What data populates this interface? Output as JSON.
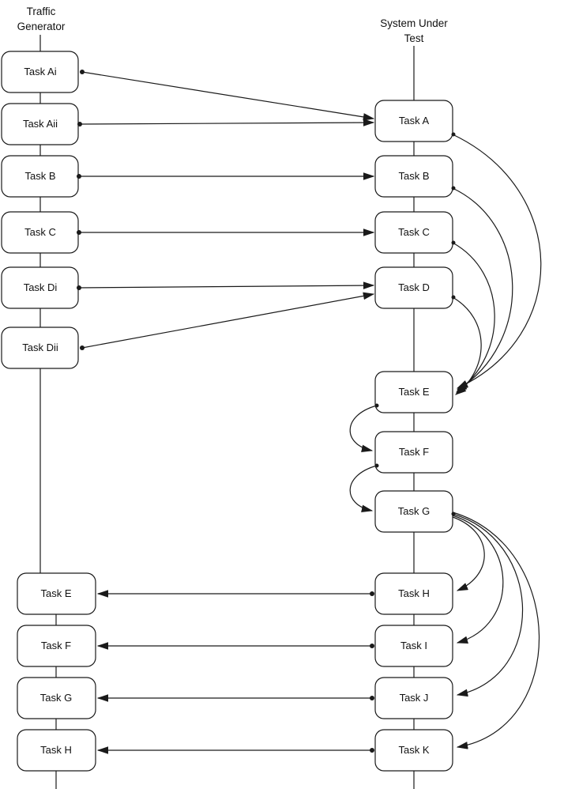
{
  "diagram": {
    "type": "task-flow-diagram",
    "colors": {
      "stroke": "#1a1a1a",
      "node_fill": "#ffffff",
      "background": "#ffffff"
    },
    "columns": {
      "traffic_generator": {
        "header_line1": "Traffic",
        "header_line2": "Generator"
      },
      "system_under_test": {
        "header_line1": "System Under",
        "header_line2": "Test"
      }
    },
    "labels": {
      "tg_ai": "Task Ai",
      "tg_aii": "Task Aii",
      "tg_b": "Task B",
      "tg_c": "Task C",
      "tg_di": "Task Di",
      "tg_dii": "Task Dii",
      "tg_e": "Task E",
      "tg_f": "Task F",
      "tg_g": "Task G",
      "tg_h": "Task H",
      "sut_a": "Task A",
      "sut_b": "Task B",
      "sut_c": "Task C",
      "sut_d": "Task D",
      "sut_e": "Task E",
      "sut_f": "Task F",
      "sut_g": "Task G",
      "sut_h": "Task H",
      "sut_i": "Task I",
      "sut_j": "Task J",
      "sut_k": "Task K"
    },
    "edges": [
      {
        "from": "Traffic Generator / Task Ai",
        "to": "System Under Test / Task A"
      },
      {
        "from": "Traffic Generator / Task Aii",
        "to": "System Under Test / Task A"
      },
      {
        "from": "Traffic Generator / Task B",
        "to": "System Under Test / Task B"
      },
      {
        "from": "Traffic Generator / Task C",
        "to": "System Under Test / Task C"
      },
      {
        "from": "Traffic Generator / Task Di",
        "to": "System Under Test / Task D"
      },
      {
        "from": "Traffic Generator / Task Dii",
        "to": "System Under Test / Task D"
      },
      {
        "from": "System Under Test / Task A",
        "to": "System Under Test / Task E"
      },
      {
        "from": "System Under Test / Task B",
        "to": "System Under Test / Task E"
      },
      {
        "from": "System Under Test / Task C",
        "to": "System Under Test / Task E"
      },
      {
        "from": "System Under Test / Task D",
        "to": "System Under Test / Task E"
      },
      {
        "from": "System Under Test / Task E",
        "to": "System Under Test / Task F"
      },
      {
        "from": "System Under Test / Task F",
        "to": "System Under Test / Task G"
      },
      {
        "from": "System Under Test / Task G",
        "to": "System Under Test / Task H"
      },
      {
        "from": "System Under Test / Task G",
        "to": "System Under Test / Task I"
      },
      {
        "from": "System Under Test / Task G",
        "to": "System Under Test / Task J"
      },
      {
        "from": "System Under Test / Task G",
        "to": "System Under Test / Task K"
      },
      {
        "from": "System Under Test / Task H",
        "to": "Traffic Generator / Task E"
      },
      {
        "from": "System Under Test / Task I",
        "to": "Traffic Generator / Task F"
      },
      {
        "from": "System Under Test / Task J",
        "to": "Traffic Generator / Task G"
      },
      {
        "from": "System Under Test / Task K",
        "to": "Traffic Generator / Task H"
      }
    ]
  }
}
